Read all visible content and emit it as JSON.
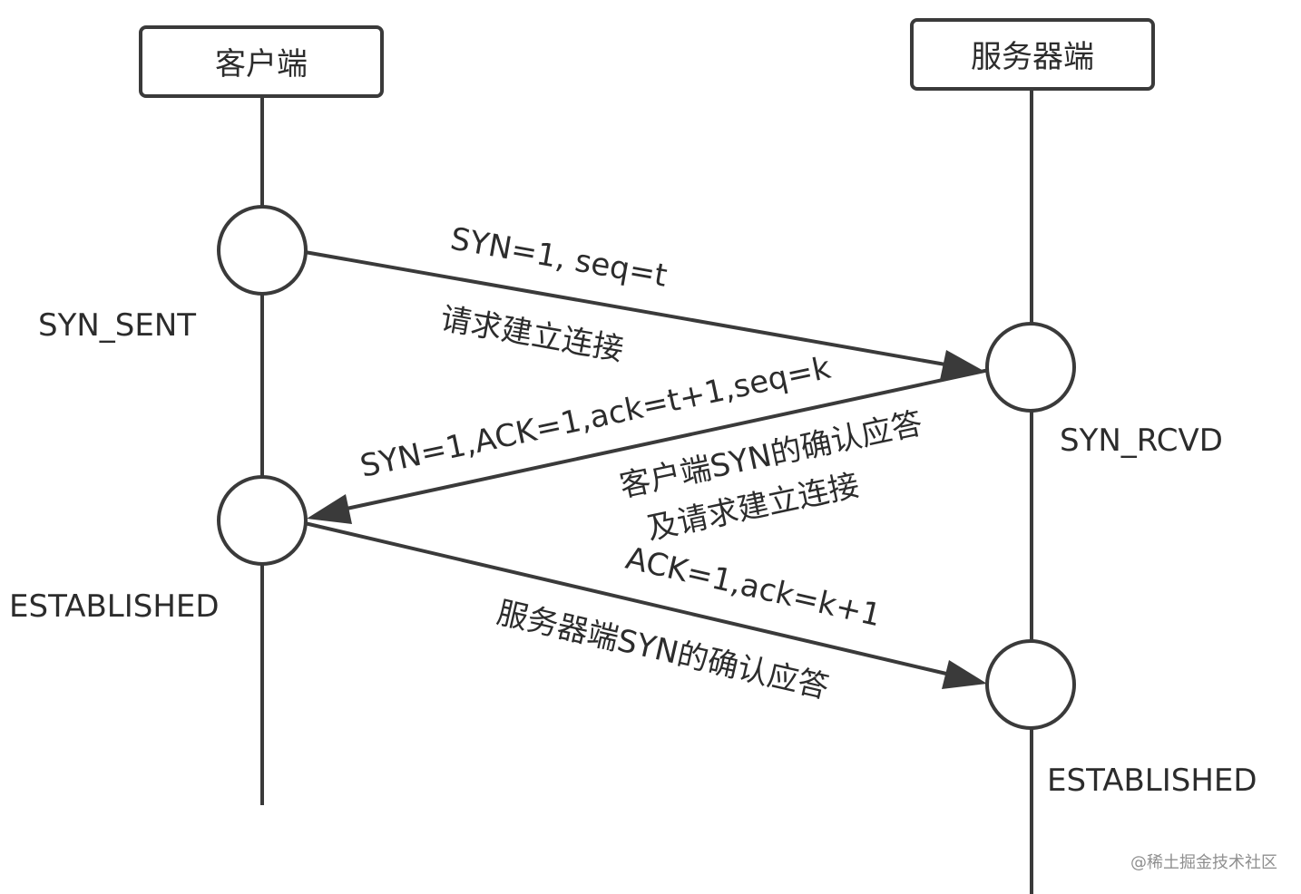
{
  "participants": {
    "client": "客户端",
    "server": "服务器端"
  },
  "states": {
    "client_syn_sent": "SYN_SENT",
    "client_established": "ESTABLISHED",
    "server_syn_rcvd": "SYN_RCVD",
    "server_established": "ESTABLISHED"
  },
  "messages": {
    "m1": {
      "line1": "SYN=1, seq=t",
      "line2": "请求建立连接"
    },
    "m2": {
      "line1": "SYN=1,ACK=1,ack=t+1,seq=k",
      "line2": "客户端SYN的确认应答",
      "line3": "及请求建立连接"
    },
    "m3": {
      "line1": "ACK=1,ack=k+1",
      "line2": "服务器端SYN的确认应答"
    }
  },
  "watermark": "@稀土掘金技术社区"
}
